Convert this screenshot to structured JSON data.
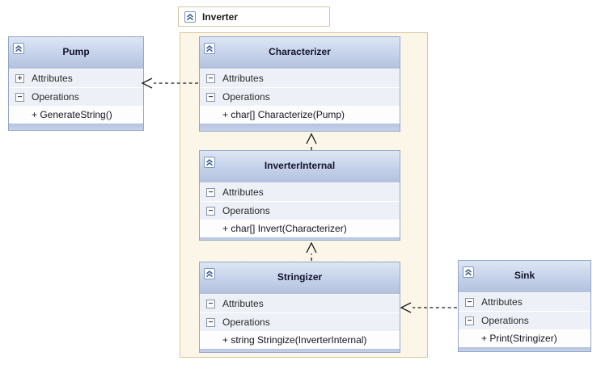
{
  "package": {
    "name": "Inverter"
  },
  "classes": [
    {
      "name": "Pump",
      "attributes": {
        "label": "Attributes",
        "expander": "+"
      },
      "operations": {
        "label": "Operations",
        "expander": "−"
      },
      "members": [
        "+ GenerateString()"
      ]
    },
    {
      "name": "Characterizer",
      "attributes": {
        "label": "Attributes",
        "expander": "−"
      },
      "operations": {
        "label": "Operations",
        "expander": "−"
      },
      "members": [
        "+ char[] Characterize(Pump)"
      ]
    },
    {
      "name": "InverterInternal",
      "attributes": {
        "label": "Attributes",
        "expander": "−"
      },
      "operations": {
        "label": "Operations",
        "expander": "−"
      },
      "members": [
        "+ char[] Invert(Characterizer)"
      ]
    },
    {
      "name": "Stringizer",
      "attributes": {
        "label": "Attributes",
        "expander": "−"
      },
      "operations": {
        "label": "Operations",
        "expander": "−"
      },
      "members": [
        "+ string Stringize(InverterInternal)"
      ]
    },
    {
      "name": "Sink",
      "attributes": {
        "label": "Attributes",
        "expander": "−"
      },
      "operations": {
        "label": "Operations",
        "expander": "−"
      },
      "members": [
        "+ Print(Stringizer)"
      ]
    }
  ],
  "connectors": [
    {
      "type": "dependency",
      "from": "Characterizer",
      "to": "Pump"
    },
    {
      "type": "dependency",
      "from": "InverterInternal",
      "to": "Characterizer"
    },
    {
      "type": "dependency",
      "from": "Stringizer",
      "to": "InverterInternal"
    },
    {
      "type": "dependency",
      "from": "Sink",
      "to": "Stringizer"
    }
  ],
  "icons": {
    "collapse": "double-chevron-up",
    "expander_collapsed": "plus-box",
    "expander_expanded": "minus-box"
  },
  "colors": {
    "class_header_top": "#dde6f4",
    "class_header_bottom": "#b2c1de",
    "class_border": "#93a7c7",
    "compartment_row": "#edf1f7",
    "package_background": "#fbf6e8",
    "package_border": "#d8c69c",
    "connector": "#1a1a1a"
  }
}
